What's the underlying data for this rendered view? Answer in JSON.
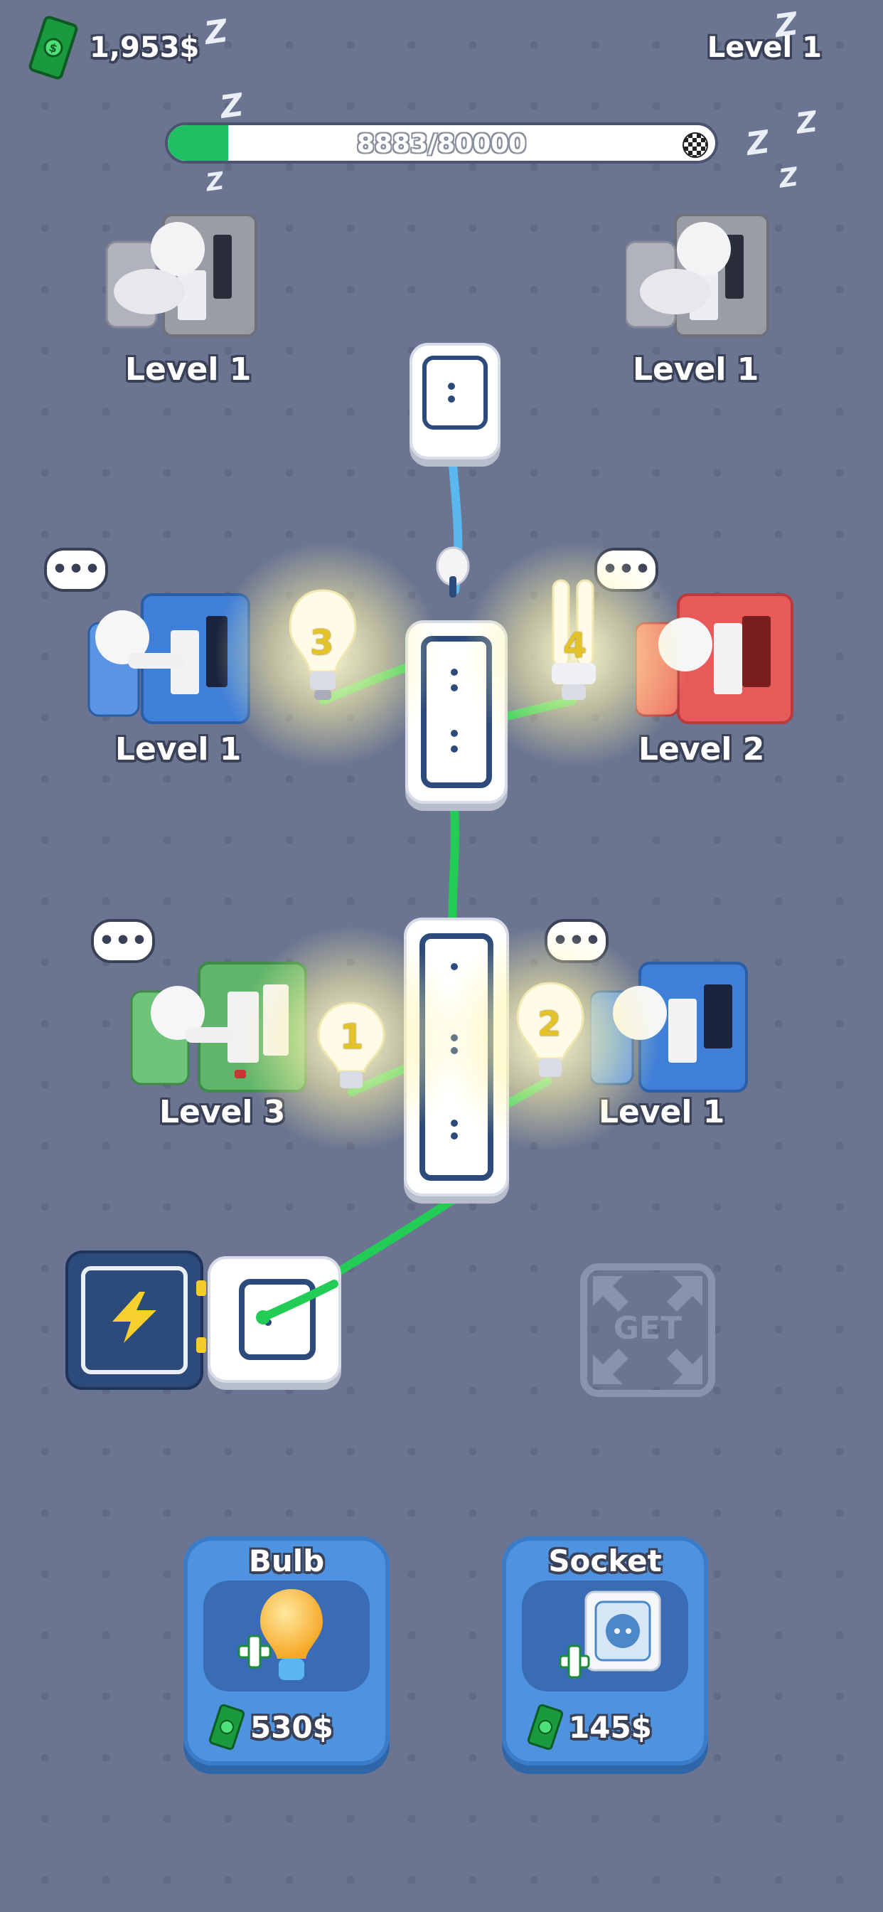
{
  "hud": {
    "money": "1,953$",
    "level": "Level 1",
    "progress_text": "8883/80000",
    "progress_fraction": 0.111
  },
  "zzz": [
    "Z",
    "Z",
    "Z"
  ],
  "desks": [
    {
      "label": "Level 1",
      "color": "#9a9ca6",
      "state": "sleeping"
    },
    {
      "label": "Level 1",
      "color": "#9a9ca6",
      "state": "sleeping"
    },
    {
      "label": "Level 1",
      "color": "#3f7fd8",
      "state": "working"
    },
    {
      "label": "Level 2",
      "color": "#e85a5a",
      "state": "working"
    },
    {
      "label": "Level 3",
      "color": "#5fb56a",
      "state": "working"
    },
    {
      "label": "Level 1",
      "color": "#3f7fd8",
      "state": "working"
    }
  ],
  "bubble_text": "•••",
  "bulbs": [
    "3",
    "4",
    "1",
    "2"
  ],
  "get_button": "GET",
  "shop": [
    {
      "title": "Bulb",
      "price": "530$",
      "icon": "bulb-plus-icon"
    },
    {
      "title": "Socket",
      "price": "145$",
      "icon": "socket-plus-icon"
    }
  ],
  "colors": {
    "background": "#6b7591",
    "cable_green": "#22cc55",
    "cable_blue": "#5ab8ee",
    "card_blue": "#4e93e0"
  }
}
